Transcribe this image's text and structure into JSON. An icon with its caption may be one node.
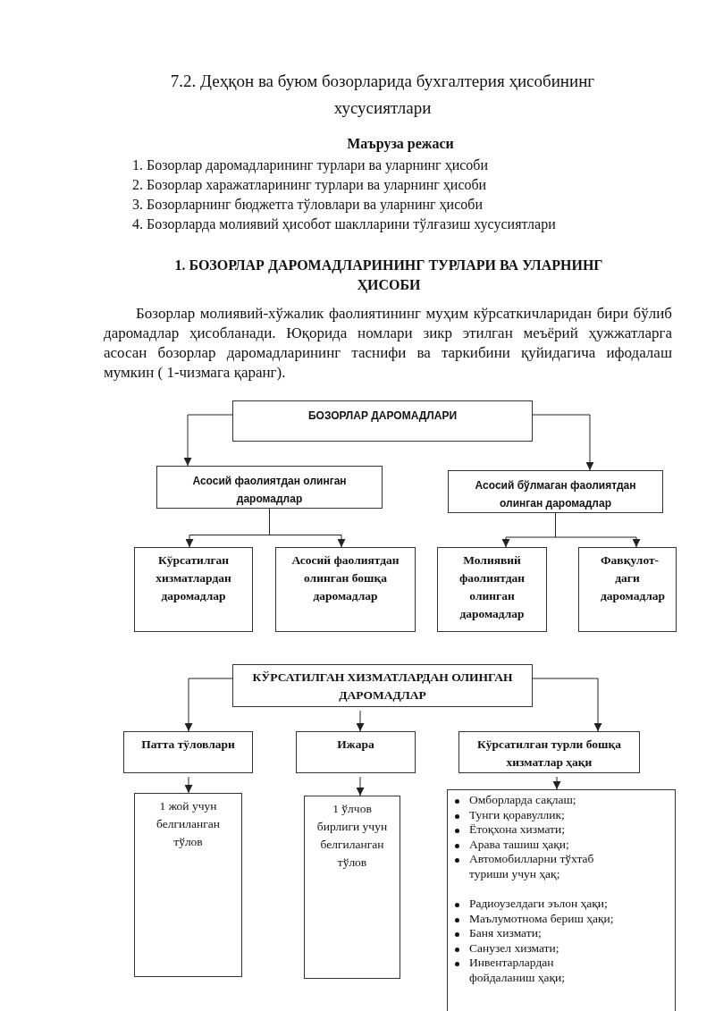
{
  "diagram": {
    "title": "7.2. Деҳқон ва буюм бозорларида бухгалтерия ҳисобининг хусусиятлари",
    "nodes": [
      {
        "text": [
          "БОЗОРЛАР ДАРОМАДЛАРИ"
        ]
      },
      {
        "text": [
          "Асосий фаолиятдан олинган даромадлар"
        ]
      },
      {
        "text": [
          "Асосий бўлмаган фаолиятдан олинган даромадлар"
        ]
      },
      {
        "text": [
          "Кўрсатилган хизматлардан даромадлар"
        ]
      },
      {
        "text": [
          "Асосий фаолиятдан олинган бошқа даромадлар"
        ]
      },
      {
        "text": [
          "Молиявий фаолиятдан олинган даромадлар"
        ]
      },
      {
        "text": [
          "Фавқулот-даги даромадлар"
        ]
      },
      {
        "text": [
          "КЎРСАТИЛГАН ХИЗМАТЛАРДАН ОЛИНГАН ДАРОМАДЛАР"
        ]
      },
      {
        "text": [
          "Патта тўловлари"
        ]
      },
      {
        "text": [
          "Ижара"
        ]
      },
      {
        "text": [
          "Кўрсатилган турли бошқа хизматлар ҳақи"
        ]
      },
      {
        "text": [
          "1 жой учун белгиланган тўлов"
        ]
      },
      {
        "text": [
          "1 ўлчов бирлиги учун белгиланган тўлов"
        ]
      },
      {
        "text": [
          "Омборларда сақлаш;",
          "Тунги қоравуллик;",
          "Ётоқхона хизмати;",
          "Арава ташиш ҳақи;",
          "Автомобилларни тўхтаб туриши учун ҳақ;",
          "Радиоузелдаги эълон ҳақи;",
          "Маълумотнома бериш ҳақи;",
          "Баня хизмати;",
          "Санузел хизмати;",
          "Инвентарлардан фойдаланиш ҳақи;"
        ]
      }
    ],
    "edges": [
      {
        "from": 0,
        "to": 1,
        "arrow": "to"
      },
      {
        "from": 0,
        "to": 2,
        "arrow": "to"
      },
      {
        "from": 1,
        "to": 3,
        "arrow": "to"
      },
      {
        "from": 1,
        "to": 4,
        "arrow": "to"
      },
      {
        "from": 2,
        "to": 5,
        "arrow": "to"
      },
      {
        "from": 2,
        "to": 6,
        "arrow": "to"
      },
      {
        "from": 7,
        "to": 8,
        "arrow": "to"
      },
      {
        "from": 7,
        "to": 9,
        "arrow": "to"
      },
      {
        "from": 7,
        "to": 10,
        "arrow": "to"
      },
      {
        "from": 8,
        "to": 11,
        "arrow": "to"
      },
      {
        "from": 9,
        "to": 12,
        "arrow": "to"
      },
      {
        "from": 10,
        "to": 13,
        "arrow": "to"
      }
    ],
    "labels": [
      "Маъруза режаси",
      "1. Бозорлар даромадларининг турлари ва уларнинг ҳисоби",
      "2. Бозорлар харажатларининг турлари ва уларнинг ҳисоби",
      "3. Бозорларнинг бюджетга тўловлари ва уларнинг ҳисоби",
      "4. Бозорларда молиявий ҳисобот шаклларини тўлғазиш хусусиятлари",
      "1. БОЗОРЛАР ДАРОМАДЛАРИНИНГ ТУРЛАРИ ВА УЛАРНИНГ ҲИСОБИ",
      "Бозорлар молиявий-хўжалик фаолиятининг муҳим кўрсаткичларидан бири бўлиб даромадлар ҳисобланади. Юқорида номлари зикр этилган меъёрий ҳужжатларга асосан бозорлар даромадларининг таснифи ва таркибини қуйидагича ифодалаш мумкин ( 1-чизмага қаранг)."
    ]
  }
}
